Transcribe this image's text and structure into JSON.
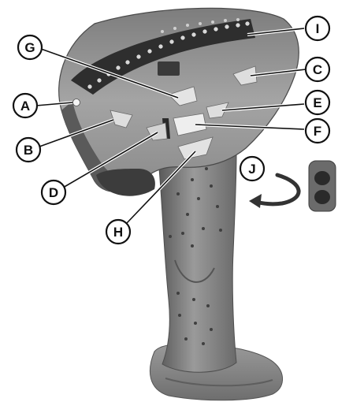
{
  "diagram": {
    "callouts": {
      "A": "A",
      "B": "B",
      "C": "C",
      "D": "D",
      "E": "E",
      "F": "F",
      "G": "G",
      "H": "H",
      "I": "I",
      "J": "J"
    },
    "colors": {
      "body_dark": "#4a4a4a",
      "body_mid": "#8a8a8a",
      "body_light": "#b5b5b5",
      "button_light": "#e6e6e6",
      "ink": "#111111"
    }
  }
}
